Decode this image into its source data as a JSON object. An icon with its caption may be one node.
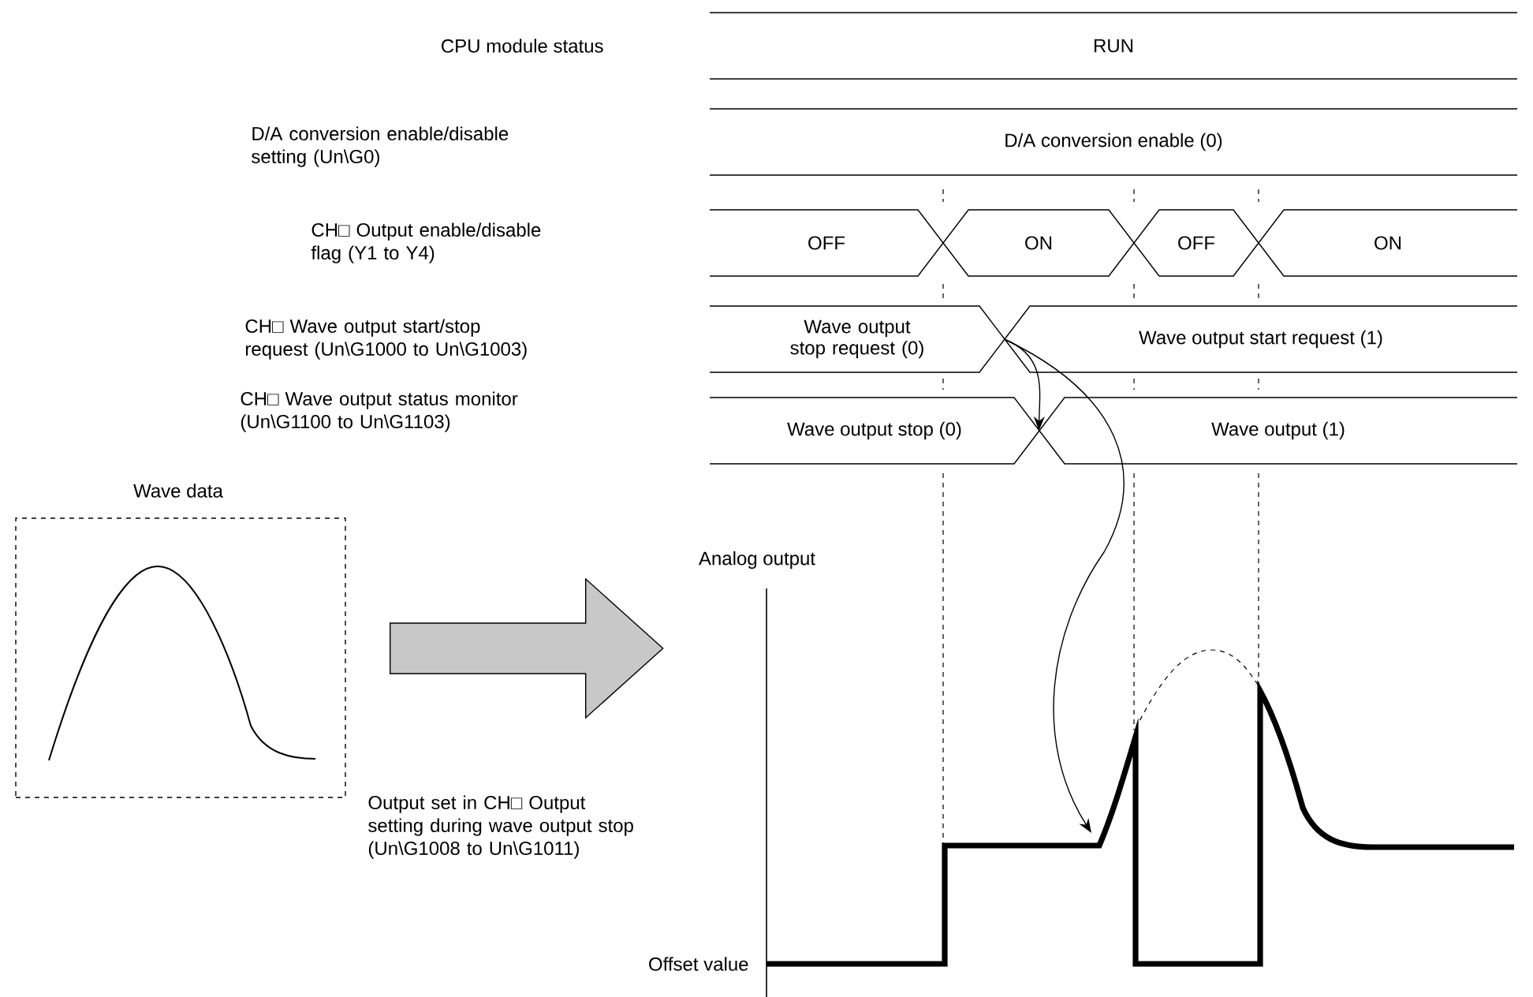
{
  "diagram": {
    "nodes": [
      {
        "text": [
          "Wave data"
        ]
      },
      {
        "text": [
          "RUN"
        ]
      },
      {
        "text": [
          "D/A conversion enable (0)"
        ]
      },
      {
        "text": [
          "OFF"
        ]
      },
      {
        "text": [
          "ON"
        ]
      },
      {
        "text": [
          "OFF"
        ]
      },
      {
        "text": [
          "ON"
        ]
      },
      {
        "text": [
          "Wave output stop request (0)"
        ]
      },
      {
        "text": [
          "Wave output start request (1)"
        ]
      },
      {
        "text": [
          "Wave output stop (0)"
        ]
      },
      {
        "text": [
          "Wave output (1)"
        ]
      }
    ],
    "edges": [
      {
        "from": 0,
        "to": null,
        "arrow": "to",
        "style": "thick",
        "color": "#c8c8c8"
      },
      {
        "from": 8,
        "to": 10,
        "arrow": "to"
      },
      {
        "from": 8,
        "to": null,
        "arrow": "to"
      }
    ],
    "labels": [
      "CPU module status",
      "D/A conversion enable/disable setting (Un\\G0)",
      "CH□ Output enable/disable flag (Y1 to Y4)",
      "CH□ Wave output start/stop request (Un\\G1000 to Un\\G1003)",
      "CH□ Wave output status monitor (Un\\G1100 to Un\\G1103)",
      "Analog output",
      "Output set in CH□ Output setting during wave output stop (Un\\G1008 to Un\\G1011)",
      "Offset value"
    ]
  }
}
